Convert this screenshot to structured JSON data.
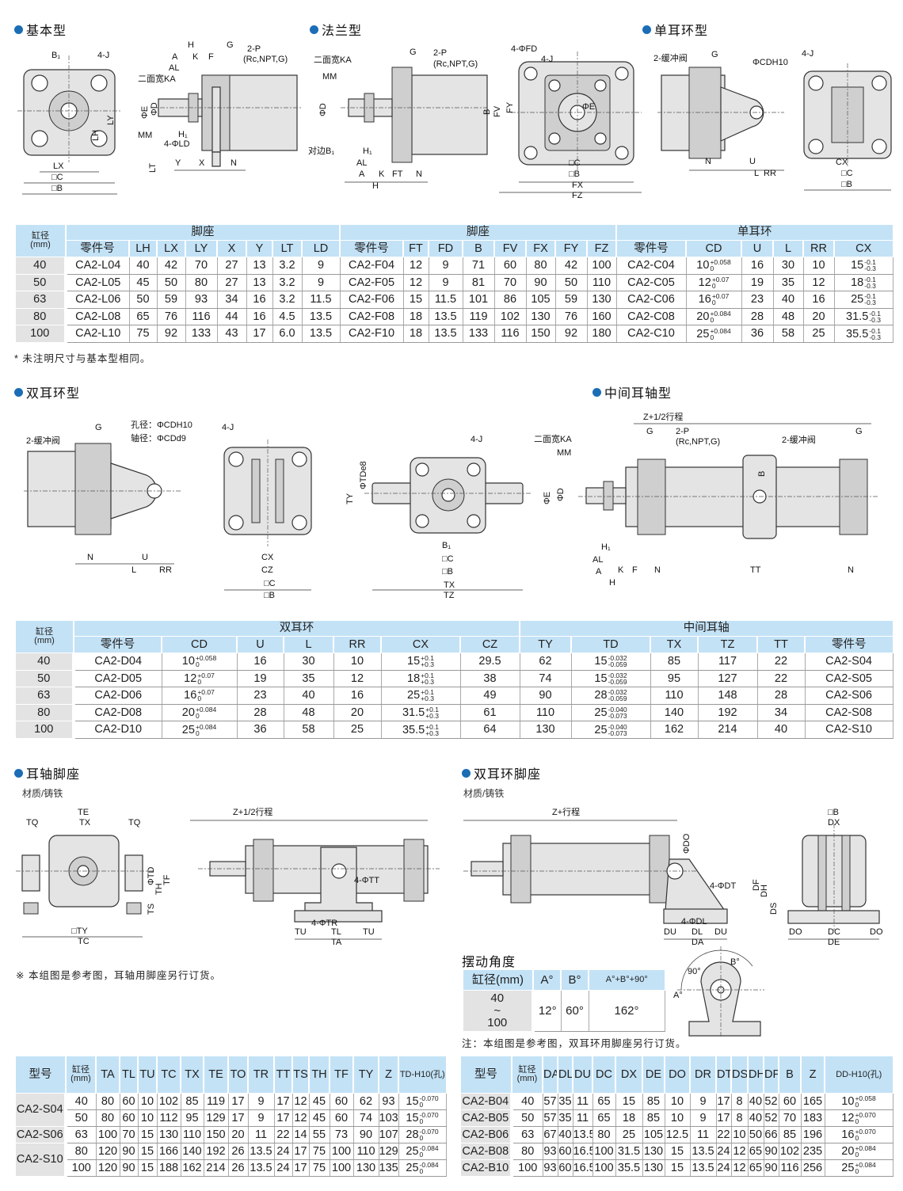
{
  "sections": {
    "basic": "基本型",
    "flange": "法兰型",
    "single_ear": "单耳环型",
    "double_ear": "双耳环型",
    "center_trunnion": "中间耳轴型",
    "trunnion_stand": "耳轴脚座",
    "double_ear_stand": "双耳环脚座",
    "swing_angle": "摆动角度"
  },
  "material": "材质/铸铁",
  "notes": {
    "same_as_basic": "* 未注明尺寸与基本型相同。",
    "trunnion_stand": "※ 本组图是参考图，耳轴用脚座另行订货。",
    "double_ear_stand": "注：本组图是参考图，双耳环用脚座另行订货。"
  },
  "colors": {
    "accent": "#1b6db5",
    "header_bg": "#c3e2f6",
    "bore_bg": "#e3e3e3"
  },
  "drawings": {
    "basic_front": [
      "B₁",
      "4-J",
      "LY",
      "LH",
      "LX",
      "□C",
      "□B"
    ],
    "basic_side": [
      "H",
      "A",
      "K",
      "F",
      "G",
      "2-P",
      "(Rc,NPT,G)",
      "AL",
      "二面宽KA",
      "ΦE",
      "ΦD",
      "MM",
      "H₁",
      "4-ΦLD",
      "LT",
      "Y",
      "X",
      "N"
    ],
    "flange_side": [
      "二面宽KA",
      "MM",
      "G",
      "2-P",
      "(Rc,NPT,G)",
      "ΦD",
      "对边B₁",
      "H₁",
      "AL",
      "A",
      "K",
      "FT",
      "N",
      "H"
    ],
    "flange_front": [
      "4-ΦFD",
      "4-J",
      "B",
      "FV",
      "FY",
      "ΦE",
      "□C",
      "□B",
      "FX",
      "FZ"
    ],
    "single_side": [
      "2-缓冲阀",
      "G",
      "ΦCDH10",
      "N",
      "U",
      "L",
      "RR"
    ],
    "single_front": [
      "4-J",
      "CX",
      "□C",
      "□B"
    ],
    "double_side": [
      "G",
      "孔径：ΦCDH10",
      "轴径：ΦCDd9",
      "2-缓冲阀",
      "N",
      "U",
      "L",
      "RR"
    ],
    "double_front": [
      "4-J",
      "CX",
      "CZ",
      "□C",
      "□B"
    ],
    "trunnion_front": [
      "4-J",
      "TY",
      "ΦTDe8",
      "B₁",
      "□C",
      "□B",
      "TX",
      "TZ"
    ],
    "trunnion_side": [
      "Z+1/2行程",
      "二面宽KA",
      "G",
      "2-P",
      "(Rc,NPT,G)",
      "2-缓冲阀",
      "G",
      "MM",
      "ΦE",
      "ΦD",
      "B",
      "H₁",
      "AL",
      "A",
      "K",
      "F",
      "N",
      "H",
      "TT",
      "N"
    ],
    "tstand_front": [
      "TE",
      "TX",
      "TQ",
      "TQ",
      "TS",
      "ΦTD",
      "TH",
      "TF",
      "□TY",
      "TC"
    ],
    "tstand_side": [
      "Z+1/2行程",
      "4-ΦTT",
      "4-ΦTR",
      "TU",
      "TL",
      "TU",
      "TA"
    ],
    "dstand_side": [
      "Z+行程",
      "ΦDO",
      "4-ΦDT",
      "4-ΦDL",
      "DU",
      "DL",
      "DU",
      "DA"
    ],
    "dstand_front": [
      "□B",
      "DX",
      "DF",
      "DH",
      "DS",
      "DO",
      "DC",
      "DO",
      "DE"
    ],
    "angle": [
      "90°",
      "B°",
      "A°"
    ]
  },
  "table1": {
    "header": [
      [
        {
          "t": "缸径\n(mm)",
          "rs": 2
        },
        {
          "t": "脚座",
          "cs": 8
        },
        {
          "t": "脚座",
          "cs": 8
        },
        {
          "t": "单耳环",
          "cs": 6
        }
      ],
      [
        {
          "t": "零件号"
        },
        {
          "t": "LH"
        },
        {
          "t": "LX"
        },
        {
          "t": "LY"
        },
        {
          "t": "X"
        },
        {
          "t": "Y"
        },
        {
          "t": "LT"
        },
        {
          "t": "LD"
        },
        {
          "t": "零件号"
        },
        {
          "t": "FT"
        },
        {
          "t": "FD"
        },
        {
          "t": "B"
        },
        {
          "t": "FV"
        },
        {
          "t": "FX"
        },
        {
          "t": "FY"
        },
        {
          "t": "FZ"
        },
        {
          "t": "零件号"
        },
        {
          "t": "CD"
        },
        {
          "t": "U"
        },
        {
          "t": "L"
        },
        {
          "t": "RR"
        },
        {
          "t": "CX"
        }
      ]
    ],
    "rows": [
      [
        "40",
        "CA2-L04",
        "40",
        "42",
        "70",
        "27",
        "13",
        "3.2",
        "9",
        "CA2-F04",
        "12",
        "9",
        "71",
        "60",
        "80",
        "42",
        "100",
        "CA2-C04",
        [
          "10",
          "+0.058",
          "0"
        ],
        "16",
        "30",
        "10",
        [
          "15",
          "-0.1",
          "-0.3"
        ]
      ],
      [
        "50",
        "CA2-L05",
        "45",
        "50",
        "80",
        "27",
        "13",
        "3.2",
        "9",
        "CA2-F05",
        "12",
        "9",
        "81",
        "70",
        "90",
        "50",
        "110",
        "CA2-C05",
        [
          "12",
          "+0.07",
          "0"
        ],
        "19",
        "35",
        "12",
        [
          "18",
          "-0.1",
          "-0.3"
        ]
      ],
      [
        "63",
        "CA2-L06",
        "50",
        "59",
        "93",
        "34",
        "16",
        "3.2",
        "11.5",
        "CA2-F06",
        "15",
        "11.5",
        "101",
        "86",
        "105",
        "59",
        "130",
        "CA2-C06",
        [
          "16",
          "+0.07",
          "0"
        ],
        "23",
        "40",
        "16",
        [
          "25",
          "-0.1",
          "-0.3"
        ]
      ],
      [
        "80",
        "CA2-L08",
        "65",
        "76",
        "116",
        "44",
        "16",
        "4.5",
        "13.5",
        "CA2-F08",
        "18",
        "13.5",
        "119",
        "102",
        "130",
        "76",
        "160",
        "CA2-C08",
        [
          "20",
          "+0.084",
          "0"
        ],
        "28",
        "48",
        "20",
        [
          "31.5",
          "-0.1",
          "-0.3"
        ]
      ],
      [
        "100",
        "CA2-L10",
        "75",
        "92",
        "133",
        "43",
        "17",
        "6.0",
        "13.5",
        "CA2-F10",
        "18",
        "13.5",
        "133",
        "116",
        "150",
        "92",
        "180",
        "CA2-C10",
        [
          "25",
          "+0.084",
          "0"
        ],
        "36",
        "58",
        "25",
        [
          "35.5",
          "-0.1",
          "-0.3"
        ]
      ]
    ]
  },
  "table2": {
    "header": [
      [
        {
          "t": "缸径\n(mm)",
          "rs": 2
        },
        {
          "t": "双耳环",
          "cs": 7
        },
        {
          "t": "中间耳轴",
          "cs": 6
        }
      ],
      [
        {
          "t": "零件号"
        },
        {
          "t": "CD"
        },
        {
          "t": "U"
        },
        {
          "t": "L"
        },
        {
          "t": "RR"
        },
        {
          "t": "CX"
        },
        {
          "t": "CZ"
        },
        {
          "t": "TY"
        },
        {
          "t": "TD"
        },
        {
          "t": "TX"
        },
        {
          "t": "TZ"
        },
        {
          "t": "TT"
        },
        {
          "t": "零件号"
        }
      ]
    ],
    "rows": [
      [
        "40",
        "CA2-D04",
        [
          "10",
          "+0.058",
          "0"
        ],
        "16",
        "30",
        "10",
        [
          "15",
          "+0.1",
          "+0.3"
        ],
        "29.5",
        "62",
        [
          "15",
          "-0.032",
          "-0.059"
        ],
        "85",
        "117",
        "22",
        "CA2-S04"
      ],
      [
        "50",
        "CA2-D05",
        [
          "12",
          "+0.07",
          "0"
        ],
        "19",
        "35",
        "12",
        [
          "18",
          "+0.1",
          "+0.3"
        ],
        "38",
        "74",
        [
          "15",
          "-0.032",
          "-0.059"
        ],
        "95",
        "127",
        "22",
        "CA2-S05"
      ],
      [
        "63",
        "CA2-D06",
        [
          "16",
          "+0.07",
          "0"
        ],
        "23",
        "40",
        "16",
        [
          "25",
          "+0.1",
          "+0.3"
        ],
        "49",
        "90",
        [
          "28",
          "-0.032",
          "-0.059"
        ],
        "110",
        "148",
        "28",
        "CA2-S06"
      ],
      [
        "80",
        "CA2-D08",
        [
          "20",
          "+0.084",
          "0"
        ],
        "28",
        "48",
        "20",
        [
          "31.5",
          "+0.1",
          "+0.3"
        ],
        "61",
        "110",
        [
          "25",
          "-0.040",
          "-0.073"
        ],
        "140",
        "192",
        "34",
        "CA2-S08"
      ],
      [
        "100",
        "CA2-D10",
        [
          "25",
          "+0.084",
          "0"
        ],
        "36",
        "58",
        "25",
        [
          "35.5",
          "+0.1",
          "+0.3"
        ],
        "64",
        "130",
        [
          "25",
          "-0.040",
          "-0.073"
        ],
        "162",
        "214",
        "40",
        "CA2-S10"
      ]
    ]
  },
  "table3": {
    "header": [
      [
        {
          "t": "型号"
        },
        {
          "t": "缸径\n(mm)"
        },
        {
          "t": "TA"
        },
        {
          "t": "TL"
        },
        {
          "t": "TU"
        },
        {
          "t": "TC"
        },
        {
          "t": "TX"
        },
        {
          "t": "TE"
        },
        {
          "t": "TO"
        },
        {
          "t": "TR"
        },
        {
          "t": "TT"
        },
        {
          "t": "TS"
        },
        {
          "t": "TH"
        },
        {
          "t": "TF"
        },
        {
          "t": "TY"
        },
        {
          "t": "Z"
        },
        {
          "t": "TD-H10(孔)"
        }
      ]
    ],
    "rows": [
      [
        {
          "t": "CA2-S04",
          "rs": 2
        },
        "40",
        "80",
        "60",
        "10",
        "102",
        "85",
        "119",
        "17",
        "9",
        "17",
        "12",
        "45",
        "60",
        "62",
        "93",
        [
          "15",
          "-0.070",
          "0"
        ]
      ],
      [
        null,
        "50",
        "80",
        "60",
        "10",
        "112",
        "95",
        "129",
        "17",
        "9",
        "17",
        "12",
        "45",
        "60",
        "74",
        "103",
        [
          "15",
          "-0.070",
          "0"
        ]
      ],
      [
        {
          "t": "CA2-S06"
        },
        "63",
        "100",
        "70",
        "15",
        "130",
        "110",
        "150",
        "20",
        "11",
        "22",
        "14",
        "55",
        "73",
        "90",
        "107",
        [
          "28",
          "-0.070",
          "0"
        ]
      ],
      [
        {
          "t": "CA2-S10",
          "rs": 2
        },
        "80",
        "120",
        "90",
        "15",
        "166",
        "140",
        "192",
        "26",
        "13.5",
        "24",
        "17",
        "75",
        "100",
        "110",
        "129",
        [
          "25",
          "-0.084",
          "0"
        ]
      ],
      [
        null,
        "100",
        "120",
        "90",
        "15",
        "188",
        "162",
        "214",
        "26",
        "13.5",
        "24",
        "17",
        "75",
        "100",
        "130",
        "135",
        [
          "25",
          "-0.084",
          "0"
        ]
      ]
    ]
  },
  "table4": {
    "header": [
      [
        {
          "t": "型号"
        },
        {
          "t": "缸径\n(mm)"
        },
        {
          "t": "DA"
        },
        {
          "t": "DL"
        },
        {
          "t": "DU"
        },
        {
          "t": "DC"
        },
        {
          "t": "DX"
        },
        {
          "t": "DE"
        },
        {
          "t": "DO"
        },
        {
          "t": "DR"
        },
        {
          "t": "DT"
        },
        {
          "t": "DS"
        },
        {
          "t": "DH"
        },
        {
          "t": "DF"
        },
        {
          "t": "B"
        },
        {
          "t": "Z"
        },
        {
          "t": "DD-H10(孔)"
        }
      ]
    ],
    "rows": [
      [
        "CA2-B04",
        "40",
        "57",
        "35",
        "11",
        "65",
        "15",
        "85",
        "10",
        "9",
        "17",
        "8",
        "40",
        "52",
        "60",
        "165",
        [
          "10",
          "+0.058",
          "0"
        ]
      ],
      [
        "CA2-B05",
        "50",
        "57",
        "35",
        "11",
        "65",
        "18",
        "85",
        "10",
        "9",
        "17",
        "8",
        "40",
        "52",
        "70",
        "183",
        [
          "12",
          "+0.070",
          "0"
        ]
      ],
      [
        "CA2-B06",
        "63",
        "67",
        "40",
        "13.5",
        "80",
        "25",
        "105",
        "12.5",
        "11",
        "22",
        "10",
        "50",
        "66",
        "85",
        "196",
        [
          "16",
          "+0.070",
          "0"
        ]
      ],
      [
        "CA2-B08",
        "80",
        "93",
        "60",
        "16.5",
        "100",
        "31.5",
        "130",
        "15",
        "13.5",
        "24",
        "12",
        "65",
        "90",
        "102",
        "235",
        [
          "20",
          "+0.084",
          "0"
        ]
      ],
      [
        "CA2-B10",
        "100",
        "93",
        "60",
        "16.5",
        "100",
        "35.5",
        "130",
        "15",
        "13.5",
        "24",
        "12",
        "65",
        "90",
        "116",
        "256",
        [
          "25",
          "+0.084",
          "0"
        ]
      ]
    ]
  },
  "swing_table": {
    "header": [
      [
        {
          "t": "缸径(mm)"
        },
        {
          "t": "A°"
        },
        {
          "t": "B°"
        },
        {
          "t": "A°+B°+90°"
        }
      ]
    ],
    "rows": [
      [
        "40\n~\n100",
        "12°",
        "60°",
        "162°"
      ]
    ]
  }
}
